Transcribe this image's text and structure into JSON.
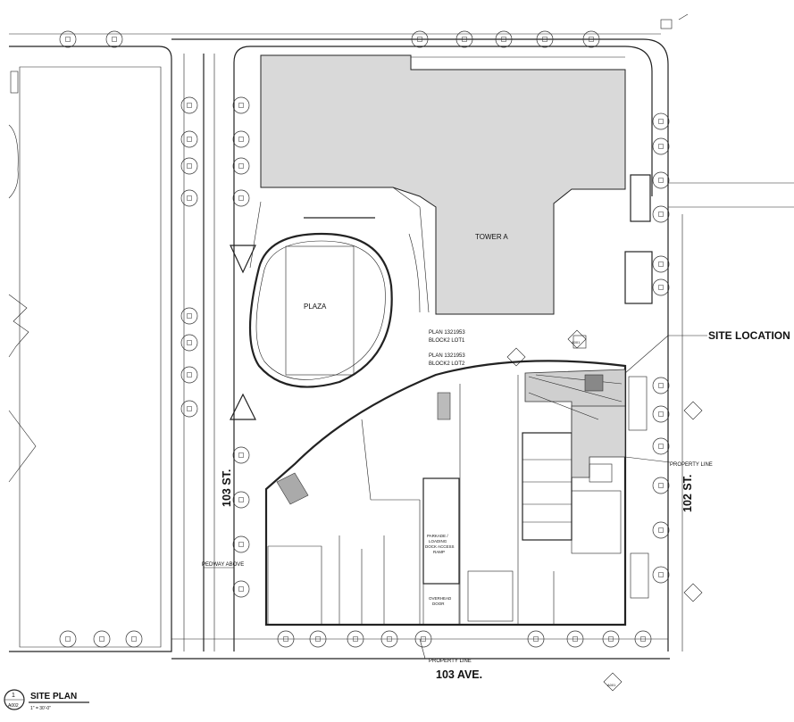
{
  "labels": {
    "tower": "TOWER A",
    "plaza": "PLAZA",
    "site_location": "SITE LOCATION",
    "plan_lot1_a": "PLAN 1321953",
    "plan_lot1_b": "BLOCK2 LOT1",
    "plan_lot2_a": "PLAN 1321953",
    "plan_lot2_b": "BLOCK2 LOT2",
    "street_103": "103 ST.",
    "street_102": "102 ST.",
    "avenue_103": "103 AVE.",
    "pedway": "PEDWAY ABOVE",
    "property_line_right": "PROPERTY LINE",
    "property_line_bottom": "PROPERTY LINE",
    "ramp_1": "PARKADE /",
    "ramp_2": "LOADING",
    "ramp_3": "DOCK ACCESS",
    "ramp_4": "RAMP",
    "door_1": "OVERHEAD",
    "door_2": "DOOR"
  },
  "title_block": {
    "number": "1",
    "sheet": "A002",
    "title": "SITE PLAN",
    "scale": "1\" = 30'-0\""
  },
  "callouts": {
    "top": "A001",
    "bottom": "A001"
  }
}
